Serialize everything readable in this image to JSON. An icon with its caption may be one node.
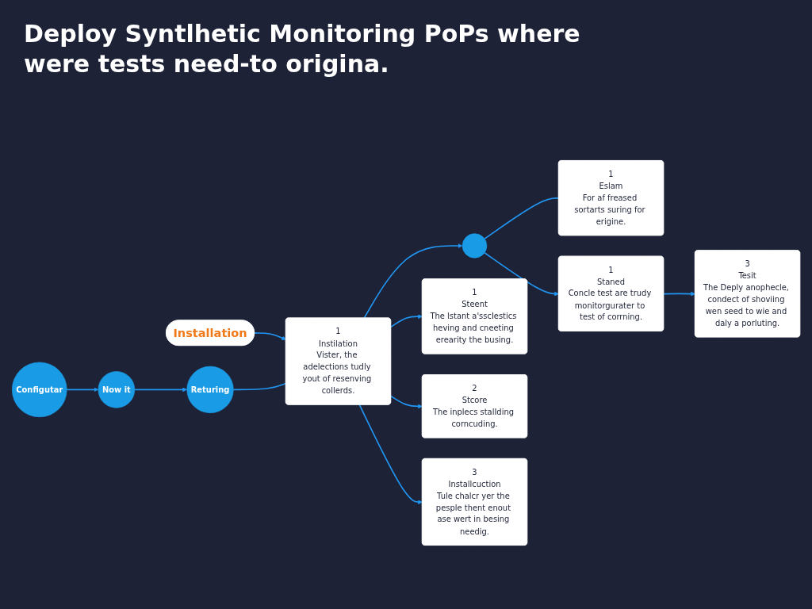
{
  "diagram": {
    "title": "Deploy Syntlhetic Monitoring PoPs where were tests need-to origina.",
    "nodes": [
      {
        "text": [
          "Installation"
        ]
      },
      {
        "text": [
          "Configutar"
        ]
      },
      {
        "text": [
          "Now it"
        ]
      },
      {
        "text": [
          "Returing"
        ]
      },
      {
        "text": [
          "1",
          "Instilation",
          "Vister, the adelections tudly yout of resenving collerds."
        ]
      },
      {
        "text": [],
        "shape": "circle"
      },
      {
        "text": [
          "1",
          "Eslam",
          "For af freased sortarts suring for erigine."
        ]
      },
      {
        "text": [
          "1",
          "Staned",
          "Concle test are trudy monitorgurater to test of corrning."
        ]
      },
      {
        "text": [
          "1",
          "Steent",
          "The lstant a'sscIestics heving and cneeting erearity the busing."
        ]
      },
      {
        "text": [
          "2",
          "Stcore",
          "The inplecs stalIding corncuding."
        ]
      },
      {
        "text": [
          "3",
          "Installcuction",
          "Tule chalcr yer the pesple thent enout ase wert in besing needig."
        ]
      },
      {
        "text": [
          "3",
          "Tesit",
          "The Deply anophecle, condect of shoviing wen seed to wie and daly a porluting."
        ]
      }
    ],
    "edges": [
      {
        "from": 0,
        "to": 4,
        "arrow": "to"
      },
      {
        "from": 1,
        "to": 2,
        "arrow": "to"
      },
      {
        "from": 2,
        "to": 3,
        "arrow": "to"
      },
      {
        "from": 3,
        "to": 4,
        "arrow": "none"
      },
      {
        "from": 4,
        "to": 5,
        "arrow": "to"
      },
      {
        "from": 5,
        "to": 7,
        "arrow": "to"
      },
      {
        "from": 5,
        "to": 6,
        "arrow": "none"
      },
      {
        "from": 4,
        "to": 8,
        "arrow": "to"
      },
      {
        "from": 4,
        "to": 9,
        "arrow": "to"
      },
      {
        "from": 4,
        "to": 10,
        "arrow": "to"
      },
      {
        "from": 7,
        "to": 11,
        "arrow": "to"
      }
    ]
  }
}
